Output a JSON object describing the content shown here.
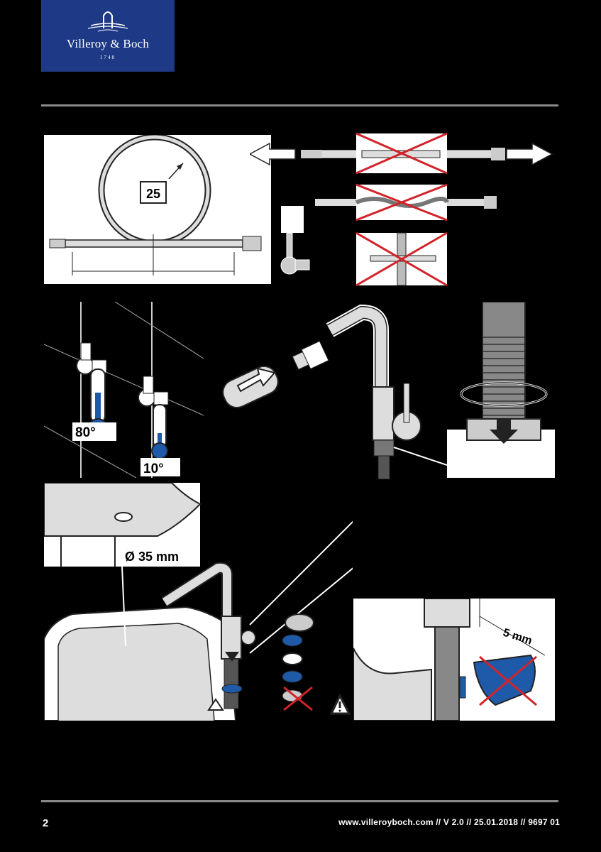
{
  "logo": {
    "brand": "Villeroy & Boch",
    "year": "1748"
  },
  "figures": {
    "hose_bend_radius": "25",
    "hot_temp": "80°",
    "cold_temp": "10°",
    "hole_diameter": "Ø 35 mm",
    "gap": "5 mm"
  },
  "footer": {
    "page_number": "2",
    "info": "www.villeroyboch.com // V 2.0 // 25.01.2018 // 9697 01"
  },
  "colors": {
    "brand_blue": "#1e3a87",
    "cross_red": "#d2232a",
    "rule_gray": "#8a8a8a"
  }
}
